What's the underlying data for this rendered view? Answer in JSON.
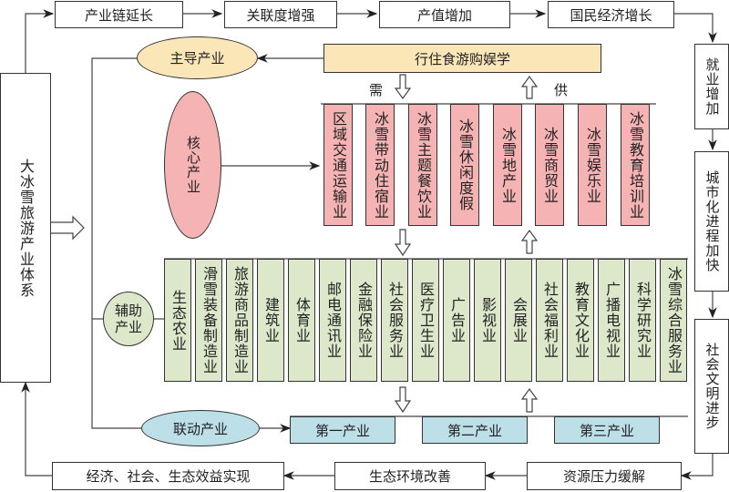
{
  "top_chain": [
    "产业链延长",
    "关联度增强",
    "产值增加",
    "国民经济增长"
  ],
  "right_chain": [
    "就业增加",
    "城市化进程加快",
    "社会文明进步"
  ],
  "bottom_chain": [
    "资源压力缓解",
    "生态环境改善",
    "经济、社会、生态效益实现"
  ],
  "system": "大冰雪旅游产业体系",
  "leading": {
    "label": "主导产业",
    "bar": "行住食游购娱学"
  },
  "demand_label": "需",
  "supply_label": "供",
  "core": {
    "label": "核心产业",
    "items": [
      "区域交通运输业",
      "冰雪带动住宿业",
      "冰雪主题餐饮业",
      "冰雪休闲度假",
      "冰雪地产业",
      "冰雪商贸业",
      "冰雪娱乐业",
      "冰雪教育培训业"
    ]
  },
  "auxiliary": {
    "label": "辅助产业",
    "items": [
      "生态农业",
      "滑雪装备制造业",
      "旅游商品制造业",
      "建筑业",
      "体育业",
      "邮电通讯业",
      "金融保险业",
      "社会服务业",
      "医疗卫生业",
      "广告业",
      "影视业",
      "会展业",
      "社会福利业",
      "教育文化业",
      "广播电视业",
      "科学研究业",
      "冰雪综合服务业"
    ]
  },
  "linked": {
    "label": "联动产业",
    "items": [
      "第一产业",
      "第二产业",
      "第三产业"
    ]
  },
  "colors": {
    "core": "#f6b3b4",
    "auxiliary": "#dde8cb",
    "linked": "#bcdfe8",
    "leading": "#fbe6b8"
  }
}
